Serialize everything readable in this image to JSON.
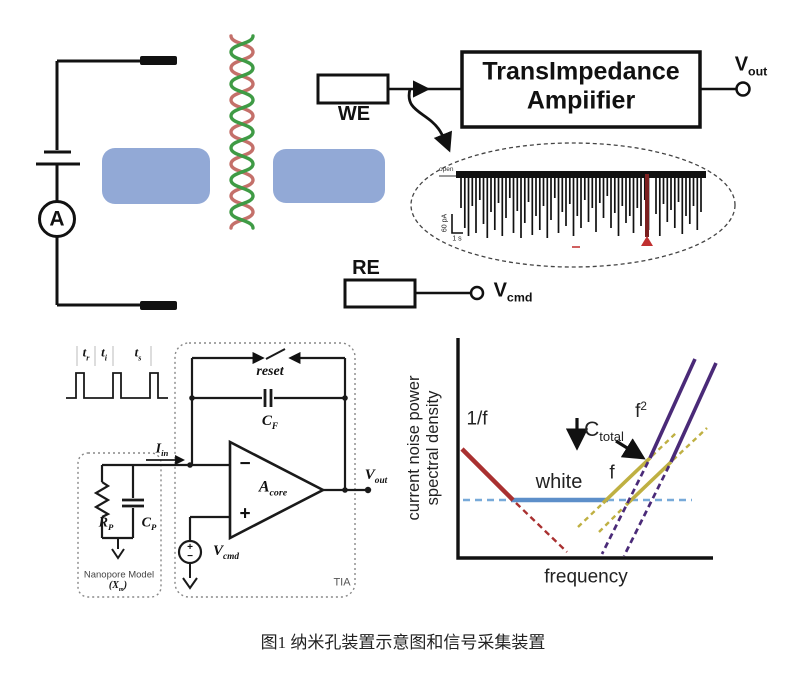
{
  "caption": "图1 纳米孔装置示意图和信号采集装置",
  "colors": {
    "membrane_blue": "#92a9d6",
    "dna_red": "#c4706a",
    "dna_green": "#3f9b45",
    "trace_black": "#111111",
    "trace_red_event": "#7a1f1f",
    "trace_red_marker": "#c03030",
    "noise_red": "#a93030",
    "noise_blue_solid": "#5d8fc9",
    "noise_blue_dashed": "#78aad9",
    "noise_yellow": "#bfb042",
    "noise_purple": "#4a2a78"
  },
  "top": {
    "ammeter_label": "A",
    "we_label": "WE",
    "re_label": "RE",
    "amplifier": {
      "line1": "TransImpedance",
      "line2": "Ampiifier"
    },
    "vout": {
      "base": "V",
      "sub": "out"
    },
    "vcmd": {
      "base": "V",
      "sub": "cmd"
    },
    "trace": {
      "open_label": "open",
      "scale_vertical": "60 pA",
      "scale_horizontal": "1 s",
      "spikes": [
        [
          0.02,
          30
        ],
        [
          0.035,
          50
        ],
        [
          0.05,
          58
        ],
        [
          0.065,
          28
        ],
        [
          0.08,
          55
        ],
        [
          0.095,
          22
        ],
        [
          0.11,
          46
        ],
        [
          0.125,
          60
        ],
        [
          0.14,
          34
        ],
        [
          0.155,
          52
        ],
        [
          0.17,
          25
        ],
        [
          0.185,
          58
        ],
        [
          0.2,
          40
        ],
        [
          0.215,
          20
        ],
        [
          0.23,
          55
        ],
        [
          0.245,
          33
        ],
        [
          0.26,
          60
        ],
        [
          0.275,
          45
        ],
        [
          0.29,
          24
        ],
        [
          0.305,
          57
        ],
        [
          0.32,
          38
        ],
        [
          0.335,
          52
        ],
        [
          0.35,
          28
        ],
        [
          0.365,
          60
        ],
        [
          0.38,
          42
        ],
        [
          0.395,
          20
        ],
        [
          0.41,
          55
        ],
        [
          0.425,
          34
        ],
        [
          0.44,
          48
        ],
        [
          0.455,
          26
        ],
        [
          0.47,
          58
        ],
        [
          0.485,
          38
        ],
        [
          0.5,
          50
        ],
        [
          0.515,
          22
        ],
        [
          0.53,
          44
        ],
        [
          0.545,
          30
        ],
        [
          0.56,
          54
        ],
        [
          0.575,
          25
        ],
        [
          0.59,
          40
        ],
        [
          0.605,
          18
        ],
        [
          0.62,
          50
        ],
        [
          0.635,
          35
        ],
        [
          0.65,
          58
        ],
        [
          0.665,
          28
        ],
        [
          0.68,
          45
        ],
        [
          0.695,
          38
        ],
        [
          0.71,
          55
        ],
        [
          0.725,
          30
        ],
        [
          0.74,
          48
        ],
        [
          0.755,
          22
        ],
        [
          0.77,
          52
        ],
        [
          0.8,
          36
        ],
        [
          0.815,
          58
        ],
        [
          0.83,
          26
        ],
        [
          0.845,
          44
        ],
        [
          0.86,
          32
        ],
        [
          0.875,
          50
        ],
        [
          0.89,
          24
        ],
        [
          0.905,
          56
        ],
        [
          0.92,
          38
        ],
        [
          0.935,
          46
        ],
        [
          0.95,
          28
        ],
        [
          0.965,
          52
        ],
        [
          0.98,
          34
        ]
      ]
    }
  },
  "tia_circuit": {
    "timing": {
      "t1": {
        "base": "t",
        "sub": "r"
      },
      "t2": {
        "base": "t",
        "sub": "i"
      },
      "t3": {
        "base": "t",
        "sub": "s"
      }
    },
    "reset_label": "reset",
    "cf": {
      "base": "C",
      "sub": "F"
    },
    "iin": {
      "base": "I",
      "sub": "in"
    },
    "acore": {
      "base": "A",
      "sub": "core"
    },
    "opamp_minus": "−",
    "opamp_plus": "+",
    "rp": {
      "base": "R",
      "sub": "P"
    },
    "cp": {
      "base": "C",
      "sub": "P"
    },
    "nanopore_label": "Nanopore Model",
    "nanopore_sub": {
      "open": "(",
      "base": "X",
      "sub": "m",
      "close": ")"
    },
    "source_plus": "+",
    "source_minus": "−",
    "vcmd": {
      "base": "V",
      "sub": "cmd"
    },
    "vout": {
      "base": "V",
      "sub": "out"
    },
    "tia_label": "TIA"
  },
  "noise_plot": {
    "ylabel_line1": "current noise power",
    "ylabel_line2": "spectral density",
    "xlabel": "frequency",
    "label_1f": "1/f",
    "label_white": "white",
    "label_f": "f",
    "label_f2": {
      "base": "f",
      "sup": "2"
    },
    "ctotal": {
      "base": "C",
      "sub": "total"
    }
  }
}
